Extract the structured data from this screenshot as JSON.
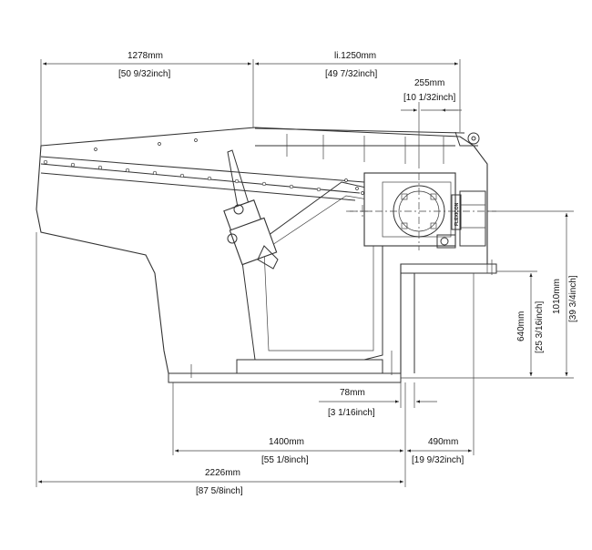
{
  "dimensions": {
    "overall_top_left": {
      "mm": "1278mm",
      "inch": "[50 9/32inch]"
    },
    "overall_top_right": {
      "mm": "li.1250mm",
      "inch": "[49 7/32inch]"
    },
    "offset_top": {
      "mm": "255mm",
      "inch": "[10 1/32inch]"
    },
    "height_total": {
      "mm": "1010mm",
      "inch": "[39 3/4inch]"
    },
    "height_outlet": {
      "mm": "640mm",
      "inch": "[25 3/16inch]"
    },
    "offset_bottom": {
      "mm": "78mm",
      "inch": "[3 1/16inch]"
    },
    "base_length": {
      "mm": "1400mm",
      "inch": "[55 1/8inch]"
    },
    "base_right": {
      "mm": "490mm",
      "inch": "[19 9/32inch]"
    },
    "overall_length": {
      "mm": "2226mm",
      "inch": "[87 5/8inch]"
    }
  },
  "brand_plate": "FLEXICON",
  "colors": {
    "line": "#333333",
    "background": "#ffffff"
  }
}
